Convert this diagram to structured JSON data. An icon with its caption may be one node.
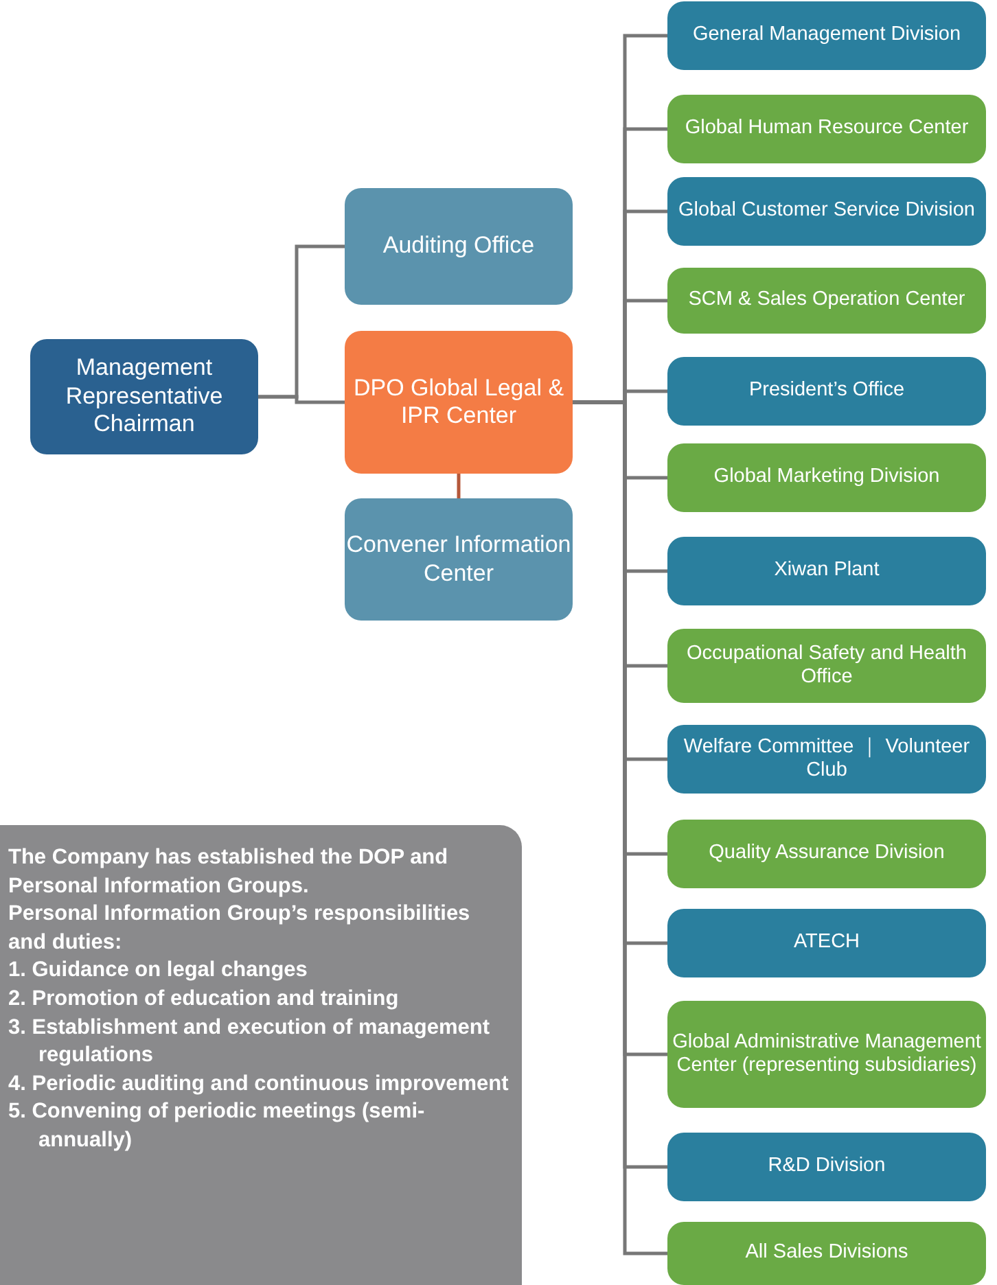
{
  "diagram": {
    "nodes": [
      {
        "text": [
          "Management Representative Chairman"
        ]
      },
      {
        "text": [
          "Auditing Office"
        ]
      },
      {
        "text": [
          "DPO Global Legal & IPR Center"
        ]
      },
      {
        "text": [
          "Convener Information Center"
        ]
      },
      {
        "text": [
          "General Management Division"
        ]
      },
      {
        "text": [
          "Global Human Resource Center"
        ]
      },
      {
        "text": [
          "Global Customer Service Division"
        ]
      },
      {
        "text": [
          "SCM & Sales Operation Center"
        ]
      },
      {
        "text": [
          "President’s Office"
        ]
      },
      {
        "text": [
          "Global Marketing Division"
        ]
      },
      {
        "text": [
          "Xiwan Plant"
        ]
      },
      {
        "text": [
          "Occupational Safety and Health Office"
        ]
      },
      {
        "text": [
          "Welfare Committee ｜ Volunteer Club"
        ]
      },
      {
        "text": [
          "Quality Assurance Division"
        ]
      },
      {
        "text": [
          "ATECH"
        ]
      },
      {
        "text": [
          "Global Administrative Management Center (representing subsidiaries)"
        ]
      },
      {
        "text": [
          "R&D Division"
        ]
      },
      {
        "text": [
          "All Sales Divisions"
        ]
      },
      {
        "text": [
          "The Company has established the DOP and Personal Information Groups.",
          "Personal Information Group’s responsibilities and duties:",
          "1. Guidance on legal changes",
          "2. Promotion of education and training",
          "3. Establishment and execution of management regulations",
          "4. Periodic auditing and continuous improvement",
          "5. Convening of periodic meetings (semi-annually)"
        ]
      }
    ],
    "edges": [
      {
        "from": 0,
        "to": 2,
        "arrow": "none"
      },
      {
        "from": 0,
        "to": 1,
        "arrow": "none"
      },
      {
        "from": 2,
        "to": 3,
        "arrow": "none",
        "color": "#b5583a"
      },
      {
        "from": 2,
        "to": 4,
        "arrow": "none"
      },
      {
        "from": 2,
        "to": 5,
        "arrow": "none"
      },
      {
        "from": 2,
        "to": 6,
        "arrow": "none"
      },
      {
        "from": 2,
        "to": 7,
        "arrow": "none"
      },
      {
        "from": 2,
        "to": 8,
        "arrow": "none"
      },
      {
        "from": 2,
        "to": 9,
        "arrow": "none"
      },
      {
        "from": 2,
        "to": 10,
        "arrow": "none"
      },
      {
        "from": 2,
        "to": 11,
        "arrow": "none"
      },
      {
        "from": 2,
        "to": 12,
        "arrow": "none"
      },
      {
        "from": 2,
        "to": 13,
        "arrow": "none"
      },
      {
        "from": 2,
        "to": 14,
        "arrow": "none"
      },
      {
        "from": 2,
        "to": 15,
        "arrow": "none"
      },
      {
        "from": 2,
        "to": 16,
        "arrow": "none"
      },
      {
        "from": 2,
        "to": 17,
        "arrow": "none"
      }
    ]
  }
}
